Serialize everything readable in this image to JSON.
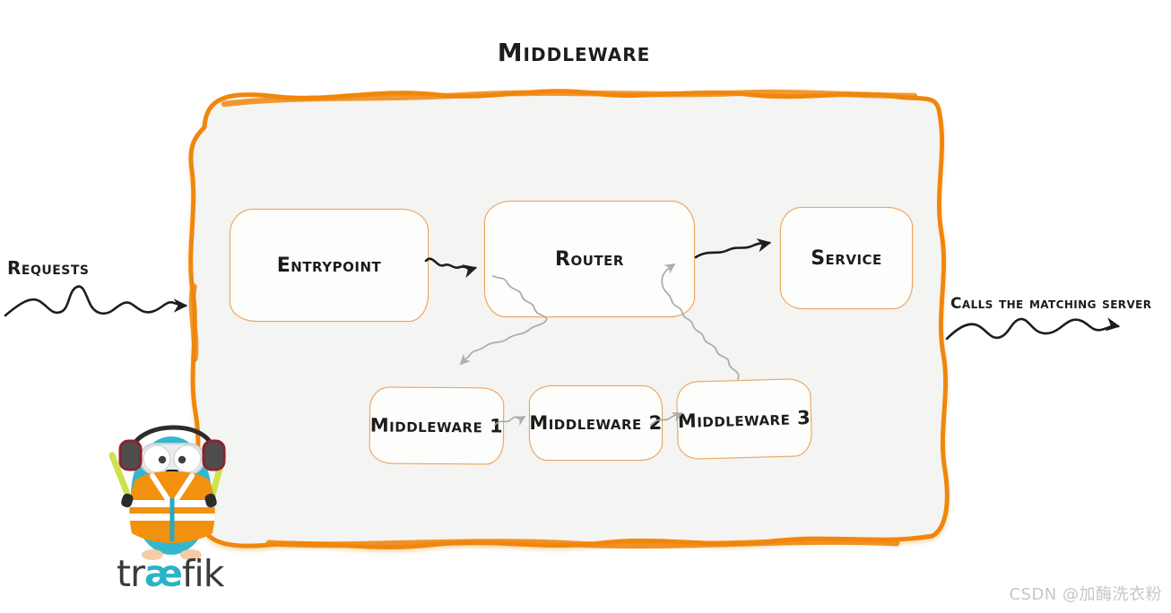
{
  "title": "Middleware",
  "annotations": {
    "requests": "Requests",
    "calls": "Calls the matching server"
  },
  "nodes": [
    {
      "id": "entrypoint",
      "label": "Entrypoint"
    },
    {
      "id": "router",
      "label": "Router"
    },
    {
      "id": "service",
      "label": "Service"
    },
    {
      "id": "middleware-1",
      "label": "Middleware 1"
    },
    {
      "id": "middleware-2",
      "label": "Middleware 2"
    },
    {
      "id": "middleware-3",
      "label": "Middleware 3"
    }
  ],
  "edges": [
    {
      "from": "requests",
      "to": "entrypoint",
      "style": "black-squiggle-arrow"
    },
    {
      "from": "entrypoint",
      "to": "router",
      "style": "black-squiggle-arrow"
    },
    {
      "from": "router",
      "to": "middleware-1",
      "style": "gray-squiggle-arrow"
    },
    {
      "from": "middleware-1",
      "to": "middleware-2",
      "style": "gray-squiggle-arrow"
    },
    {
      "from": "middleware-2",
      "to": "middleware-3",
      "style": "gray-squiggle-arrow"
    },
    {
      "from": "middleware-3",
      "to": "router",
      "style": "gray-squiggle-arrow"
    },
    {
      "from": "router",
      "to": "service",
      "style": "black-squiggle-arrow"
    },
    {
      "from": "service",
      "to": "calls-the-matching-server",
      "style": "black-squiggle-arrow"
    }
  ],
  "logo": {
    "pre": "tr",
    "ligature": "æ",
    "post": "fik"
  },
  "watermark": "CSDN @加酶洗衣粉",
  "colors": {
    "container_border": "#f1860d",
    "container_fill": "#f4f4f2",
    "node_border": "#eca55e",
    "black_arrow": "#1d1d1d",
    "gray_arrow": "#a9a9a9",
    "teal": "#2bb3ca",
    "vest_orange": "#f2910d"
  }
}
